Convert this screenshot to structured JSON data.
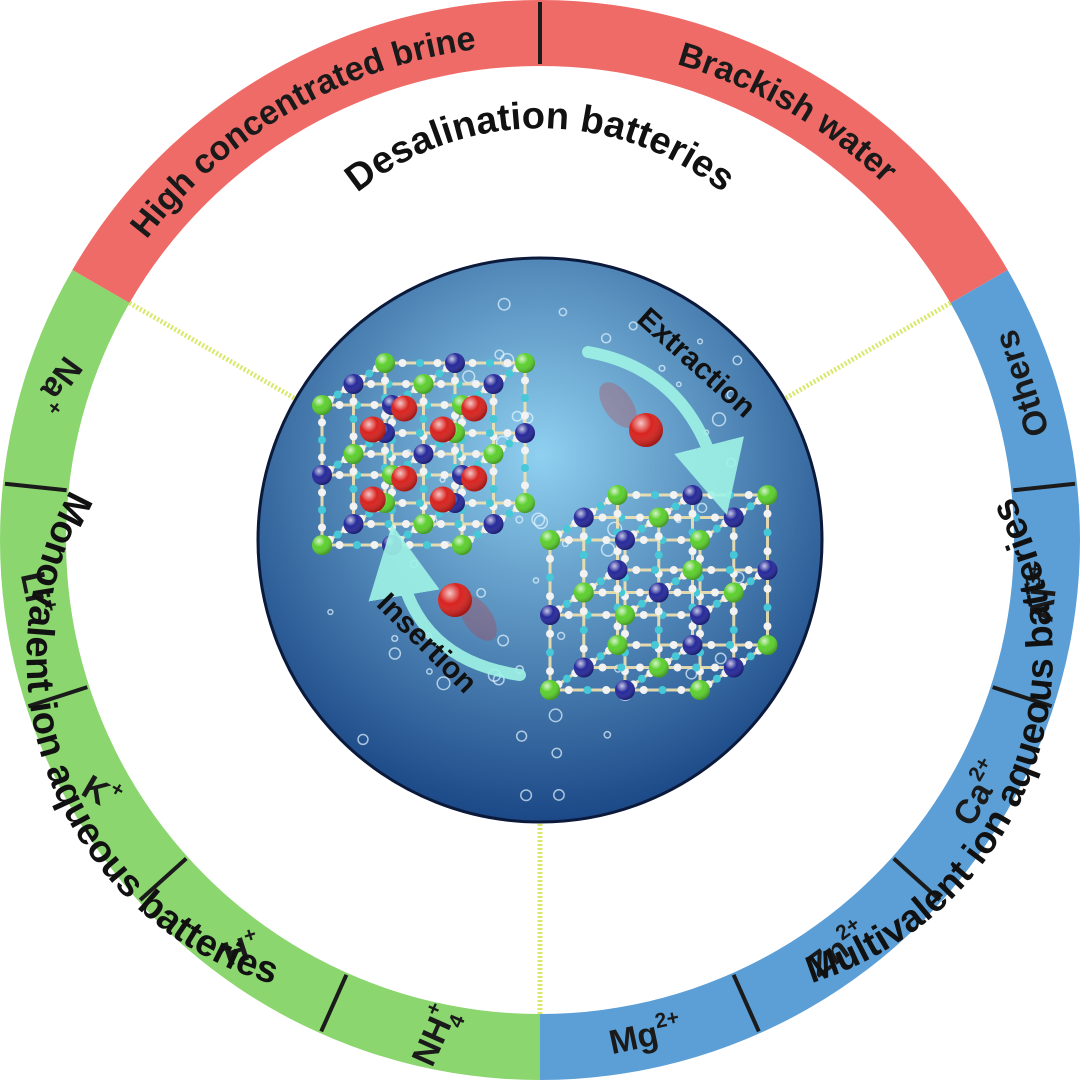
{
  "colors": {
    "desalination": "#ef6b68",
    "monovalent": "#8bd66f",
    "multivalent": "#5b9fd6",
    "divider": "#d9e86a",
    "water_light": "#8fd0f0",
    "water_dark": "#123d7e"
  },
  "sectors": {
    "desalination": {
      "title": "Desalination batteries",
      "segments": [
        "High concentrated brine",
        "Brackish water"
      ]
    },
    "monovalent": {
      "title": "Monovalent ion aqueous batteries",
      "segments": [
        {
          "base": "Na",
          "sup": "+",
          "sub": ""
        },
        {
          "base": "Li",
          "sup": "+",
          "sub": ""
        },
        {
          "base": "K",
          "sup": "+",
          "sub": ""
        },
        {
          "base": "H",
          "sup": "+",
          "sub": ""
        },
        {
          "base": "NH",
          "sup": "+",
          "sub": "4"
        }
      ]
    },
    "multivalent": {
      "title": "Multivalent ion aqueous batteries",
      "segments": [
        {
          "base": "Mg",
          "sup": "2+",
          "sub": ""
        },
        {
          "base": "Zn",
          "sup": "2+",
          "sub": ""
        },
        {
          "base": "Ca",
          "sup": "2+",
          "sub": ""
        },
        {
          "base": "Al",
          "sup": "3+",
          "sub": ""
        },
        {
          "base": "Others",
          "sup": "",
          "sub": ""
        }
      ]
    }
  },
  "center": {
    "extraction_label": "Extraction",
    "insertion_label": "Insertion",
    "atom_colors": {
      "red": "#d8231f",
      "blue": "#26299a",
      "green": "#5ccf2e",
      "white": "#f2f2f2",
      "cyan": "#46c8d8"
    }
  }
}
